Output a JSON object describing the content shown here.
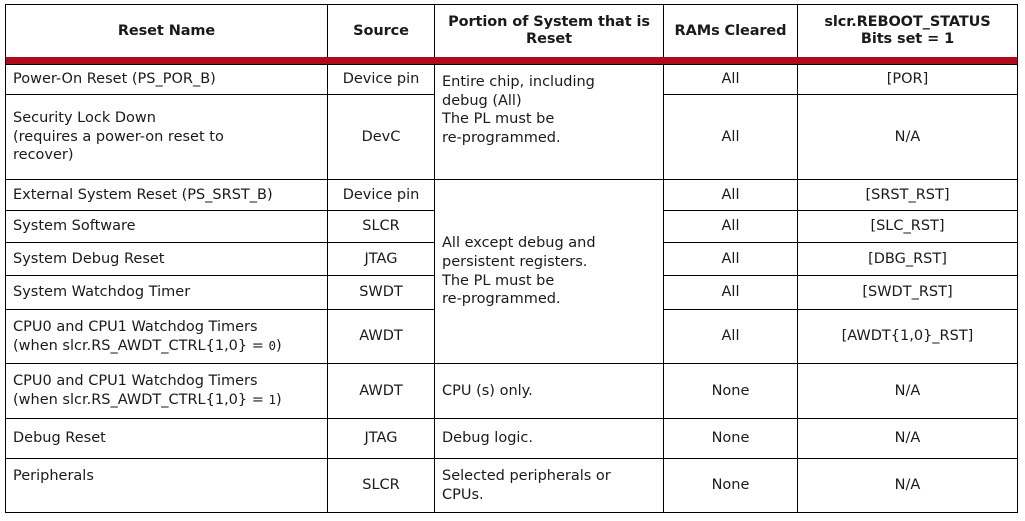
{
  "table": {
    "accent_color": "#b00a1e",
    "border_color": "#000000",
    "headers": {
      "reset_name": "Reset Name",
      "source": "Source",
      "portion": "Portion of System that is Reset",
      "rams_cleared": "RAMs Cleared",
      "reboot_status_line1": "slcr.REBOOT_STATUS",
      "reboot_status_line2": "Bits set = 1"
    },
    "portion_groups": {
      "group1_line1": "Entire chip, including",
      "group1_line2": "debug (All)",
      "group1_line3": "The PL must be",
      "group1_line4": "re-programmed.",
      "group2_line1": "All except debug and",
      "group2_line2": "persistent registers.",
      "group2_line3": "The PL must be",
      "group2_line4": "re-programmed.",
      "cpu_only": "CPU (s) only.",
      "debug_logic": "Debug logic.",
      "peripherals_line1": "Selected peripherals or",
      "peripherals_line2": "CPUs."
    },
    "rows": [
      {
        "name_line1": "Power-On Reset (PS_POR_B)",
        "name_line2": "",
        "name_line3": "",
        "source": "Device pin",
        "rams": "All",
        "status": "[POR]"
      },
      {
        "name_line1": "Security Lock Down",
        "name_line2": "(requires a power-on reset to",
        "name_line3": "recover)",
        "source": "DevC",
        "rams": "All",
        "status": "N/A"
      },
      {
        "name_line1": "External System Reset (PS_SRST_B)",
        "name_line2": "",
        "name_line3": "",
        "source": "Device pin",
        "rams": "All",
        "status": "[SRST_RST]"
      },
      {
        "name_line1": "System Software",
        "name_line2": "",
        "name_line3": "",
        "source": "SLCR",
        "rams": "All",
        "status": "[SLC_RST]"
      },
      {
        "name_line1": "System Debug Reset",
        "name_line2": "",
        "name_line3": "",
        "source": "JTAG",
        "rams": "All",
        "status": "[DBG_RST]"
      },
      {
        "name_line1": "System Watchdog Timer",
        "name_line2": "",
        "name_line3": "",
        "source": "SWDT",
        "rams": "All",
        "status": "[SWDT_RST]"
      },
      {
        "name_line1": "CPU0 and CPU1 Watchdog Timers",
        "name_line2_prefix": "(when slcr.RS_AWDT_CTRL{1,0} = ",
        "name_line2_value": "0",
        "name_line2_suffix": ")",
        "source": "AWDT",
        "rams": "All",
        "status": "[AWDT{1,0}_RST]"
      },
      {
        "name_line1": "CPU0 and CPU1 Watchdog Timers",
        "name_line2_prefix": "(when slcr.RS_AWDT_CTRL{1,0} = ",
        "name_line2_value": "1",
        "name_line2_suffix": ")",
        "source": "AWDT",
        "rams": "None",
        "status": "N/A"
      },
      {
        "name_line1": "Debug Reset",
        "name_line2": "",
        "name_line3": "",
        "source": "JTAG",
        "rams": "None",
        "status": "N/A"
      },
      {
        "name_line1": "Peripherals",
        "name_line2": "",
        "name_line3": "",
        "source": "SLCR",
        "rams": "None",
        "status": "N/A"
      }
    ]
  }
}
